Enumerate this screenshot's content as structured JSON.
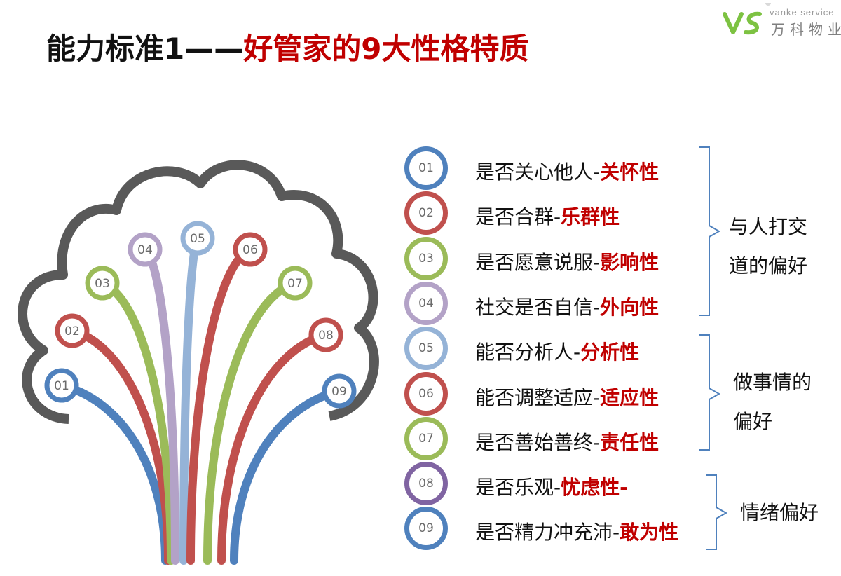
{
  "title": {
    "prefix": "能力标准1——",
    "highlight": "好管家的9大性格特质"
  },
  "logo": {
    "en": "vanke service",
    "cn": "万科物业"
  },
  "colors": {
    "blue": "#4f81bd",
    "red": "#c0504d",
    "green": "#9bbb59",
    "lilac": "#b3a2c7",
    "lightblue": "#95b3d7",
    "purple": "#8064a2",
    "cloud": "#595959",
    "accent": "#c00000"
  },
  "tree_nodes": [
    {
      "num": "01",
      "color": "blue"
    },
    {
      "num": "02",
      "color": "red"
    },
    {
      "num": "03",
      "color": "green"
    },
    {
      "num": "04",
      "color": "lilac"
    },
    {
      "num": "05",
      "color": "lightblue"
    },
    {
      "num": "06",
      "color": "red"
    },
    {
      "num": "07",
      "color": "green"
    },
    {
      "num": "08",
      "color": "red"
    },
    {
      "num": "09",
      "color": "blue"
    }
  ],
  "items": [
    {
      "num": "01",
      "text": "是否关心他人-",
      "keyword": "关怀性",
      "color": "blue"
    },
    {
      "num": "02",
      "text": "是否合群-",
      "keyword": "乐群性",
      "color": "red"
    },
    {
      "num": "03",
      "text": "是否愿意说服-",
      "keyword": "影响性",
      "color": "green"
    },
    {
      "num": "04",
      "text": "社交是否自信-",
      "keyword": "外向性",
      "color": "lilac"
    },
    {
      "num": "05",
      "text": "能否分析人-",
      "keyword": "分析性",
      "color": "lightblue"
    },
    {
      "num": "06",
      "text": "能否调整适应-",
      "keyword": "适应性",
      "color": "red"
    },
    {
      "num": "07",
      "text": "是否善始善终-",
      "keyword": "责任性",
      "color": "green"
    },
    {
      "num": "08",
      "text": "是否乐观-",
      "keyword": "忧虑性-",
      "color": "purple"
    },
    {
      "num": "09",
      "text": "是否精力冲充沛-",
      "keyword": "敢为性",
      "color": "blue"
    }
  ],
  "groups": [
    {
      "lines": [
        "与人打交",
        "道的偏好"
      ]
    },
    {
      "lines": [
        "做事情的",
        "偏好"
      ]
    },
    {
      "lines": [
        "情绪偏好"
      ]
    }
  ]
}
